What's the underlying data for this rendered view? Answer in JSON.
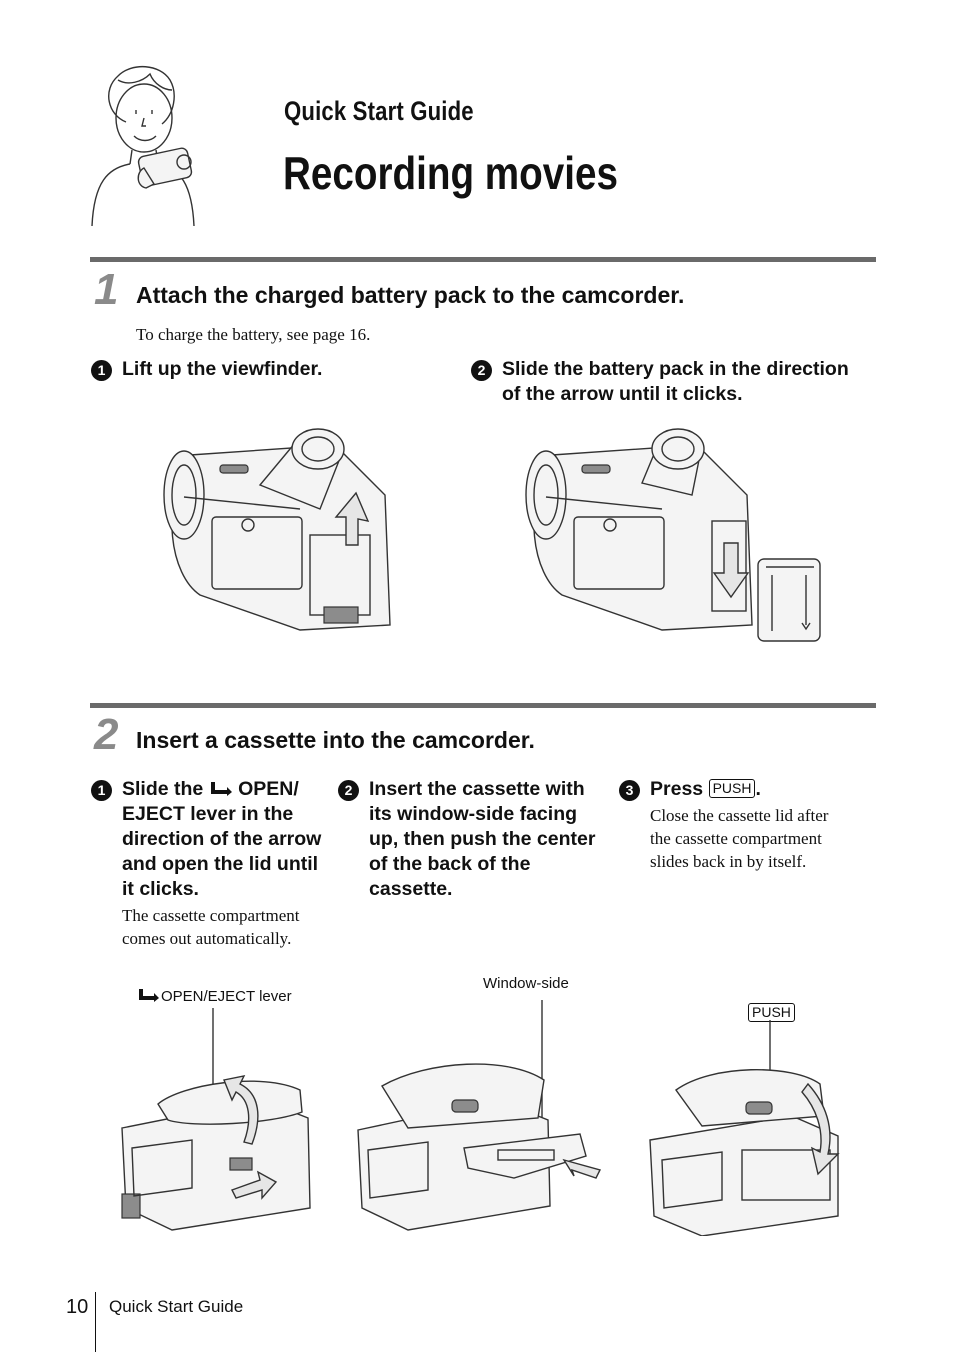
{
  "header": {
    "kicker": "Quick Start Guide",
    "title": "Recording movies"
  },
  "step1": {
    "number": "1",
    "heading": "Attach the charged battery pack to the camcorder.",
    "note": "To charge the battery, see page 16.",
    "substeps": [
      {
        "marker": "1",
        "text_lines": [
          "Lift up the viewfinder."
        ]
      },
      {
        "marker": "2",
        "text_lines": [
          "Slide the battery pack in the direction",
          "of the arrow until it clicks."
        ]
      }
    ]
  },
  "step2": {
    "number": "2",
    "heading": "Insert a cassette into the camcorder.",
    "substeps": [
      {
        "marker": "1",
        "lead": "Slide the",
        "lead_after_icon": "OPEN/",
        "text_lines": [
          "EJECT lever in the",
          "direction of the arrow",
          "and open the lid until",
          "it clicks."
        ],
        "note_lines": [
          "The cassette compartment",
          "comes out automatically."
        ]
      },
      {
        "marker": "2",
        "text_lines": [
          "Insert the cassette with",
          "its window-side facing",
          "up, then push the center",
          "of the back of the",
          "cassette."
        ]
      },
      {
        "marker": "3",
        "lead": "Press",
        "key": "PUSH",
        "tail": ".",
        "note_lines": [
          "Close the cassette lid after",
          "the cassette compartment",
          "slides back in by itself."
        ]
      }
    ],
    "captions": {
      "lever": "OPEN/EJECT lever",
      "window_side": "Window-side",
      "push_key": "PUSH"
    }
  },
  "footer": {
    "page_number": "10",
    "section": "Quick Start Guide"
  },
  "icons": [
    "person-with-camcorder-icon",
    "open-eject-lever-icon"
  ],
  "colors": {
    "rule": "#6a6a6a",
    "step_number": "#8a8a8a",
    "text": "#111111"
  }
}
